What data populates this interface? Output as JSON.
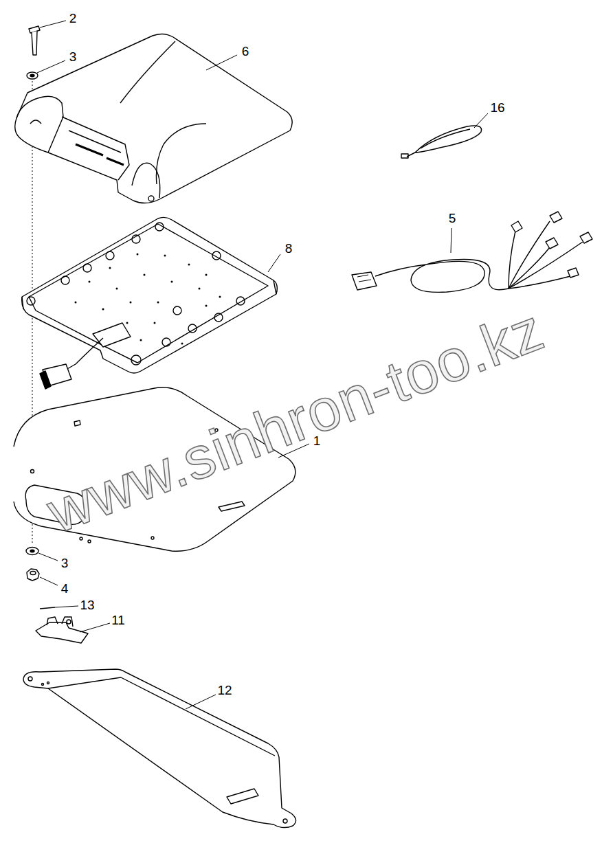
{
  "diagram": {
    "labels": [
      "2",
      "3",
      "6",
      "16",
      "5",
      "8",
      "1",
      "3",
      "4",
      "13",
      "11",
      "12",
      "www.sinhron-too.kz"
    ]
  }
}
